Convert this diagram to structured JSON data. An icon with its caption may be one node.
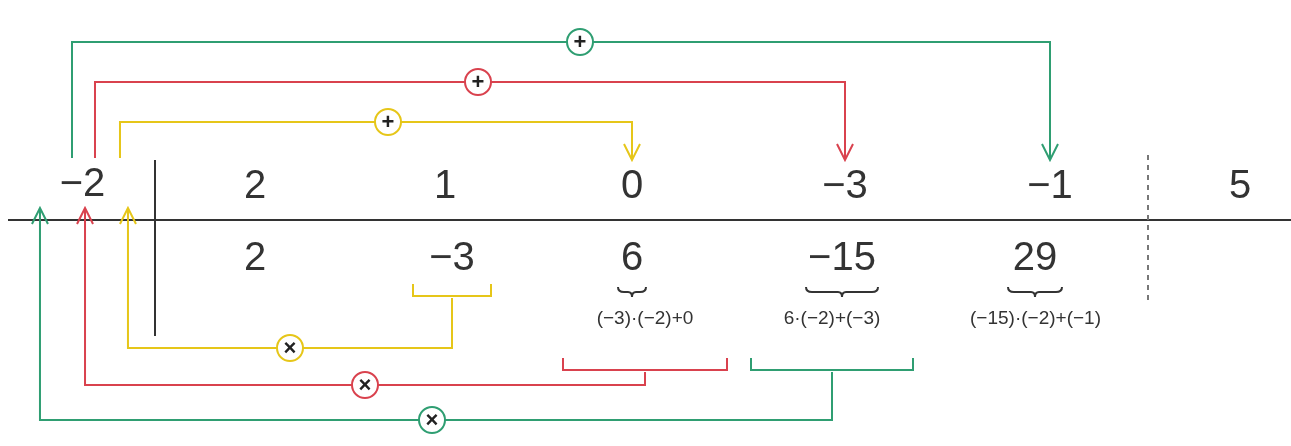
{
  "diagram": {
    "nodes": [
      {
        "text": [
          "−2"
        ]
      },
      {
        "text": [
          "2"
        ]
      },
      {
        "text": [
          "1"
        ]
      },
      {
        "text": [
          "0"
        ]
      },
      {
        "text": [
          "−3"
        ]
      },
      {
        "text": [
          "−1"
        ]
      },
      {
        "text": [
          "5"
        ]
      },
      {
        "text": [
          "2"
        ]
      },
      {
        "text": [
          "−3"
        ]
      },
      {
        "text": [
          "6"
        ]
      },
      {
        "text": [
          "−15"
        ]
      },
      {
        "text": [
          "29"
        ]
      },
      {
        "text": [
          "(−3)·(−2)+0"
        ]
      },
      {
        "text": [
          "6·(−2)+(−3)"
        ]
      },
      {
        "text": [
          "(−15)·(−2)+(−1)"
        ]
      }
    ],
    "edges": [
      {
        "from": 0,
        "to": 3,
        "arrow": "to",
        "label": "+",
        "color": "#e6c619"
      },
      {
        "from": 0,
        "to": 4,
        "arrow": "to",
        "label": "+",
        "color": "#d9424e"
      },
      {
        "from": 0,
        "to": 5,
        "arrow": "to",
        "label": "+",
        "color": "#2f9e72"
      },
      {
        "from": 8,
        "to": 0,
        "arrow": "to",
        "label": "×",
        "color": "#e6c619"
      },
      {
        "from": 12,
        "to": 0,
        "arrow": "to",
        "label": "×",
        "color": "#d9424e"
      },
      {
        "from": 13,
        "to": 0,
        "arrow": "to",
        "label": "×",
        "color": "#2f9e72"
      }
    ]
  }
}
